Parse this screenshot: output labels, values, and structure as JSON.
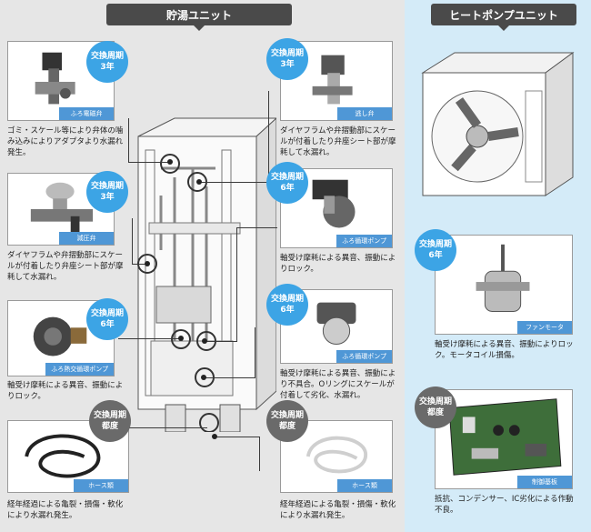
{
  "headers": {
    "storage_unit": "貯湯ユニット",
    "heat_pump_unit": "ヒートポンプユニット"
  },
  "badge_3y": [
    "交換周期",
    "3年"
  ],
  "badge_6y": [
    "交換周期",
    "6年"
  ],
  "badge_needed": [
    "交換周期",
    "都度"
  ],
  "parts": [
    {
      "id": "p1",
      "tag": "ふろ電磁弁",
      "desc": "ゴミ・スケール等により弁体の噛み込みによりアダプタより水漏れ発生。"
    },
    {
      "id": "p2",
      "tag": "減圧弁",
      "desc": "ダイヤフラムや弁摺動部にスケールが付着したり弁座シート部が摩耗して水漏れ。"
    },
    {
      "id": "p3",
      "tag": "ふろ熱交循環ポンプ",
      "desc": "軸受け摩耗による異音、振動によりロック。"
    },
    {
      "id": "p4",
      "tag": "ホース類",
      "desc": "経年経過による亀裂・損傷・軟化により水漏れ発生。"
    },
    {
      "id": "p5",
      "tag": "逃し弁",
      "desc": "ダイヤフラムや弁摺動部にスケールが付着したり弁座シート部が摩耗して水漏れ。"
    },
    {
      "id": "p6",
      "tag": "ふろ循環ポンプ",
      "desc": "軸受け摩耗による異音、振動によりロック。"
    },
    {
      "id": "p7",
      "tag": "ふろ循環ポンプ",
      "desc": "軸受け摩耗による異音、振動により不具合。Oリングにスケールが付着して劣化、水漏れ。"
    },
    {
      "id": "p8",
      "tag": "ホース類",
      "desc": "経年経過による亀裂・損傷・軟化により水漏れ発生。"
    },
    {
      "id": "p9",
      "tag": "ファンモータ",
      "desc": "軸受け摩耗による異音、振動によりロック。モータコイル損傷。"
    },
    {
      "id": "p10",
      "tag": "制御基板",
      "desc": "抵抗、コンデンサー、IC劣化による作動不良。"
    }
  ]
}
